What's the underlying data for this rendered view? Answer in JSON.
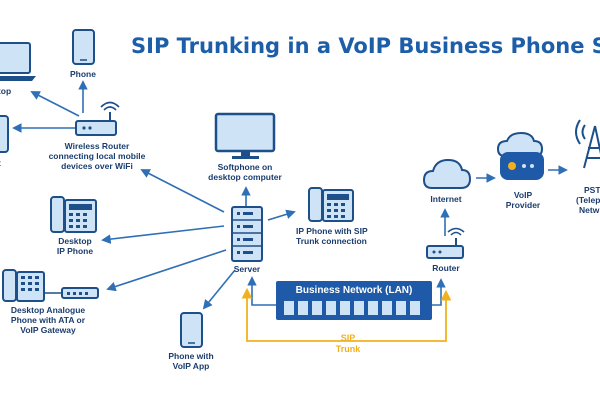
{
  "title": "SIP Trunking in a VoIP Business Phone System",
  "nodes": {
    "laptop": "aptop",
    "phone_top": "Phone",
    "tablet_partial": "t",
    "wireless_router": [
      "Wireless Router",
      "connecting local mobile",
      "devices over WiFi"
    ],
    "softphone": [
      "Softphone on",
      "desktop computer"
    ],
    "desktop_ip_phone": [
      "Desktop",
      "IP Phone"
    ],
    "ip_phone_sip": [
      "IP Phone with SIP",
      "Trunk connection"
    ],
    "server": "Server",
    "analogue_phone": [
      "Desktop Analogue",
      "Phone with ATA or",
      "VoIP Gateway"
    ],
    "phone_voip_app": [
      "Phone with",
      "VoIP App"
    ],
    "business_network": "Business Network (LAN)",
    "sip_trunk": [
      "SIP",
      "Trunk"
    ],
    "internet": "Internet",
    "router": "Router",
    "voip_provider": [
      "VoIP",
      "Provider"
    ],
    "pstn": [
      "PST",
      "(Teleph",
      "Netw"
    ]
  },
  "colors": {
    "title": "#1d5ea8",
    "line": "#2e6fb6",
    "device_fill": "#cfe3f7",
    "device_stroke": "#1d4f8a",
    "sip_trunk": "#f2b01e",
    "label": "#1a3d6e",
    "lan_bar": "#1e5aa8"
  }
}
